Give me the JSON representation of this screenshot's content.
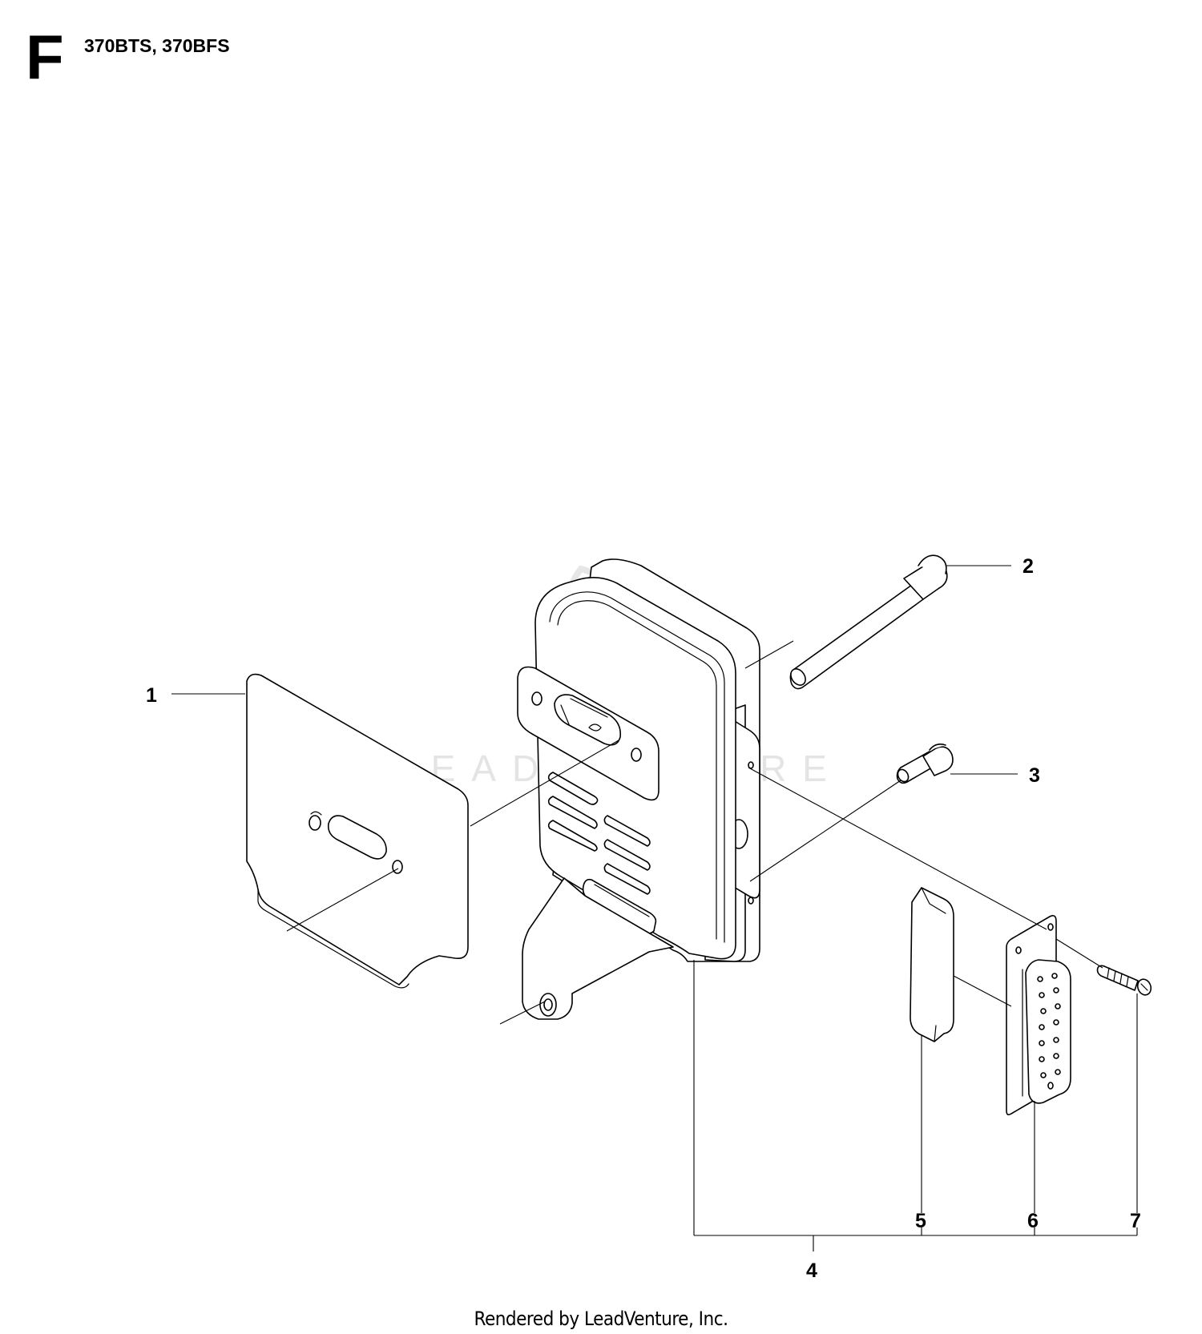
{
  "header": {
    "section_letter": "F",
    "models": "370BTS, 370BFS"
  },
  "watermark": {
    "text": "LEADVENTURE"
  },
  "callouts": [
    {
      "id": "1",
      "label": "1"
    },
    {
      "id": "2",
      "label": "2"
    },
    {
      "id": "3",
      "label": "3"
    },
    {
      "id": "4",
      "label": "4"
    },
    {
      "id": "5",
      "label": "5"
    },
    {
      "id": "6",
      "label": "6"
    },
    {
      "id": "7",
      "label": "7"
    }
  ],
  "footer": {
    "credit": "Rendered by LeadVenture, Inc."
  }
}
